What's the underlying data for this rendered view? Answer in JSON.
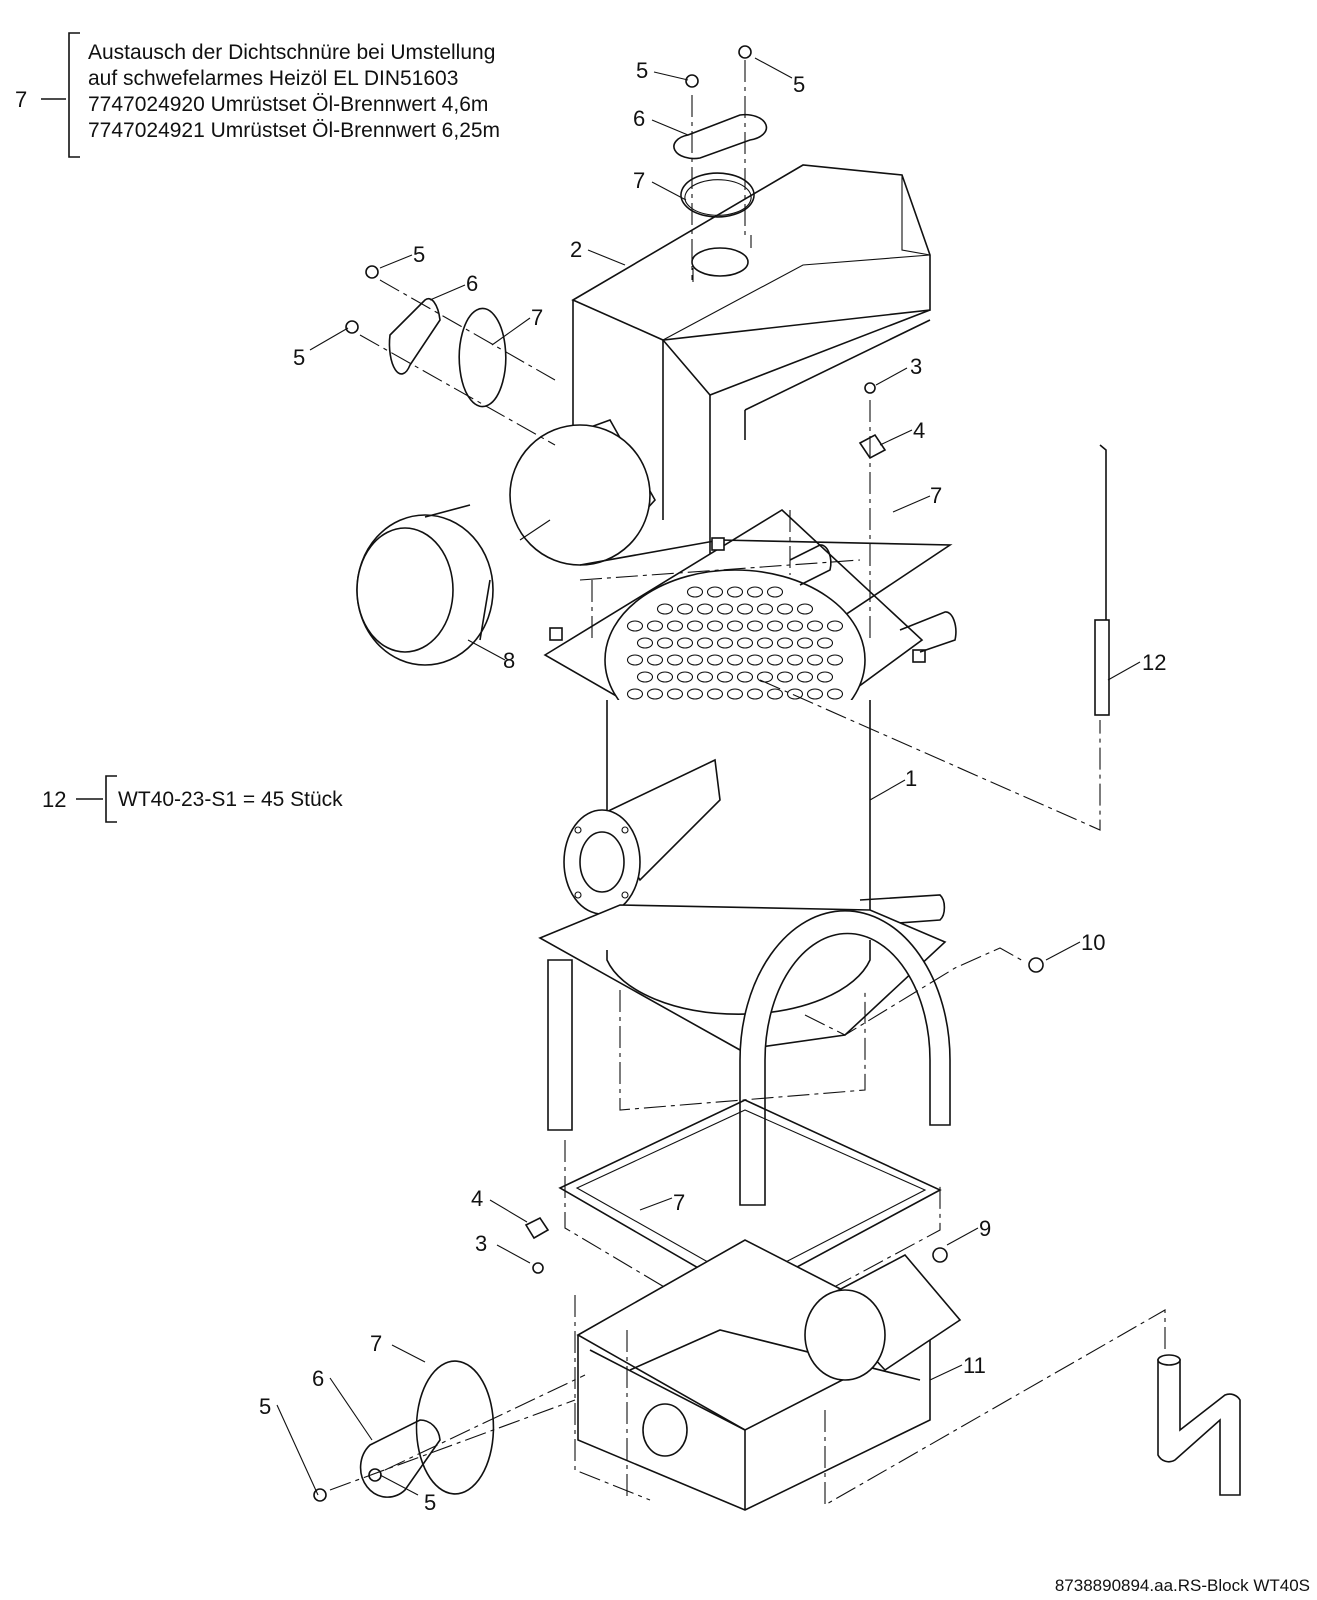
{
  "notes": {
    "seal_note": {
      "ref": "7",
      "lines": [
        "Austausch der Dichtschnüre bei Umstellung",
        "auf schwefelarmes Heizöl EL DIN51603",
        "7747024920 Umrüstset Öl-Brennwert 4,6m",
        "7747024921 Umrüstset Öl-Brennwert 6,25m"
      ]
    },
    "tube_note": {
      "ref": "12",
      "text": "WT40-23-S1 = 45 Stück"
    }
  },
  "callouts": [
    {
      "id": "5a",
      "label": "5"
    },
    {
      "id": "5b",
      "label": "5"
    },
    {
      "id": "6a",
      "label": "6"
    },
    {
      "id": "7a",
      "label": "7"
    },
    {
      "id": "2",
      "label": "2"
    },
    {
      "id": "5c",
      "label": "5"
    },
    {
      "id": "6b",
      "label": "6"
    },
    {
      "id": "7b",
      "label": "7"
    },
    {
      "id": "5d",
      "label": "5"
    },
    {
      "id": "3a",
      "label": "3"
    },
    {
      "id": "4a",
      "label": "4"
    },
    {
      "id": "7c",
      "label": "7"
    },
    {
      "id": "8",
      "label": "8"
    },
    {
      "id": "12",
      "label": "12"
    },
    {
      "id": "1",
      "label": "1"
    },
    {
      "id": "10",
      "label": "10"
    },
    {
      "id": "4b",
      "label": "4"
    },
    {
      "id": "7d",
      "label": "7"
    },
    {
      "id": "3b",
      "label": "3"
    },
    {
      "id": "9",
      "label": "9"
    },
    {
      "id": "7e",
      "label": "7"
    },
    {
      "id": "6c",
      "label": "6"
    },
    {
      "id": "11",
      "label": "11"
    },
    {
      "id": "5e",
      "label": "5"
    },
    {
      "id": "5f",
      "label": "5"
    }
  ],
  "footer": {
    "reference": "8738890894.aa.RS-Block WT40S"
  }
}
